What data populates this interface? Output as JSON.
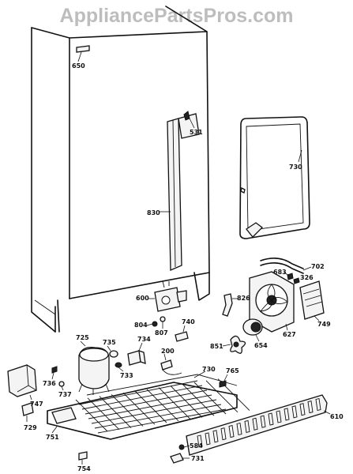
{
  "watermark": "AppliancePartsPros.com",
  "callouts": {
    "c650": "650",
    "c531": "531",
    "c730_top": "730",
    "c830": "830",
    "c702": "702",
    "c683": "683",
    "c326": "326",
    "c600": "600",
    "c826": "826",
    "c749": "749",
    "c804": "804",
    "c807": "807",
    "c740": "740",
    "c627": "627",
    "c725": "725",
    "c735": "735",
    "c734": "734",
    "c200": "200",
    "c851": "851",
    "c654": "654",
    "c736": "736",
    "c737": "737",
    "c733": "733",
    "c730_bot": "730",
    "c765": "765",
    "c747": "747",
    "c729": "729",
    "c751": "751",
    "c584": "584",
    "c610": "610",
    "c754": "754",
    "c731": "731"
  }
}
